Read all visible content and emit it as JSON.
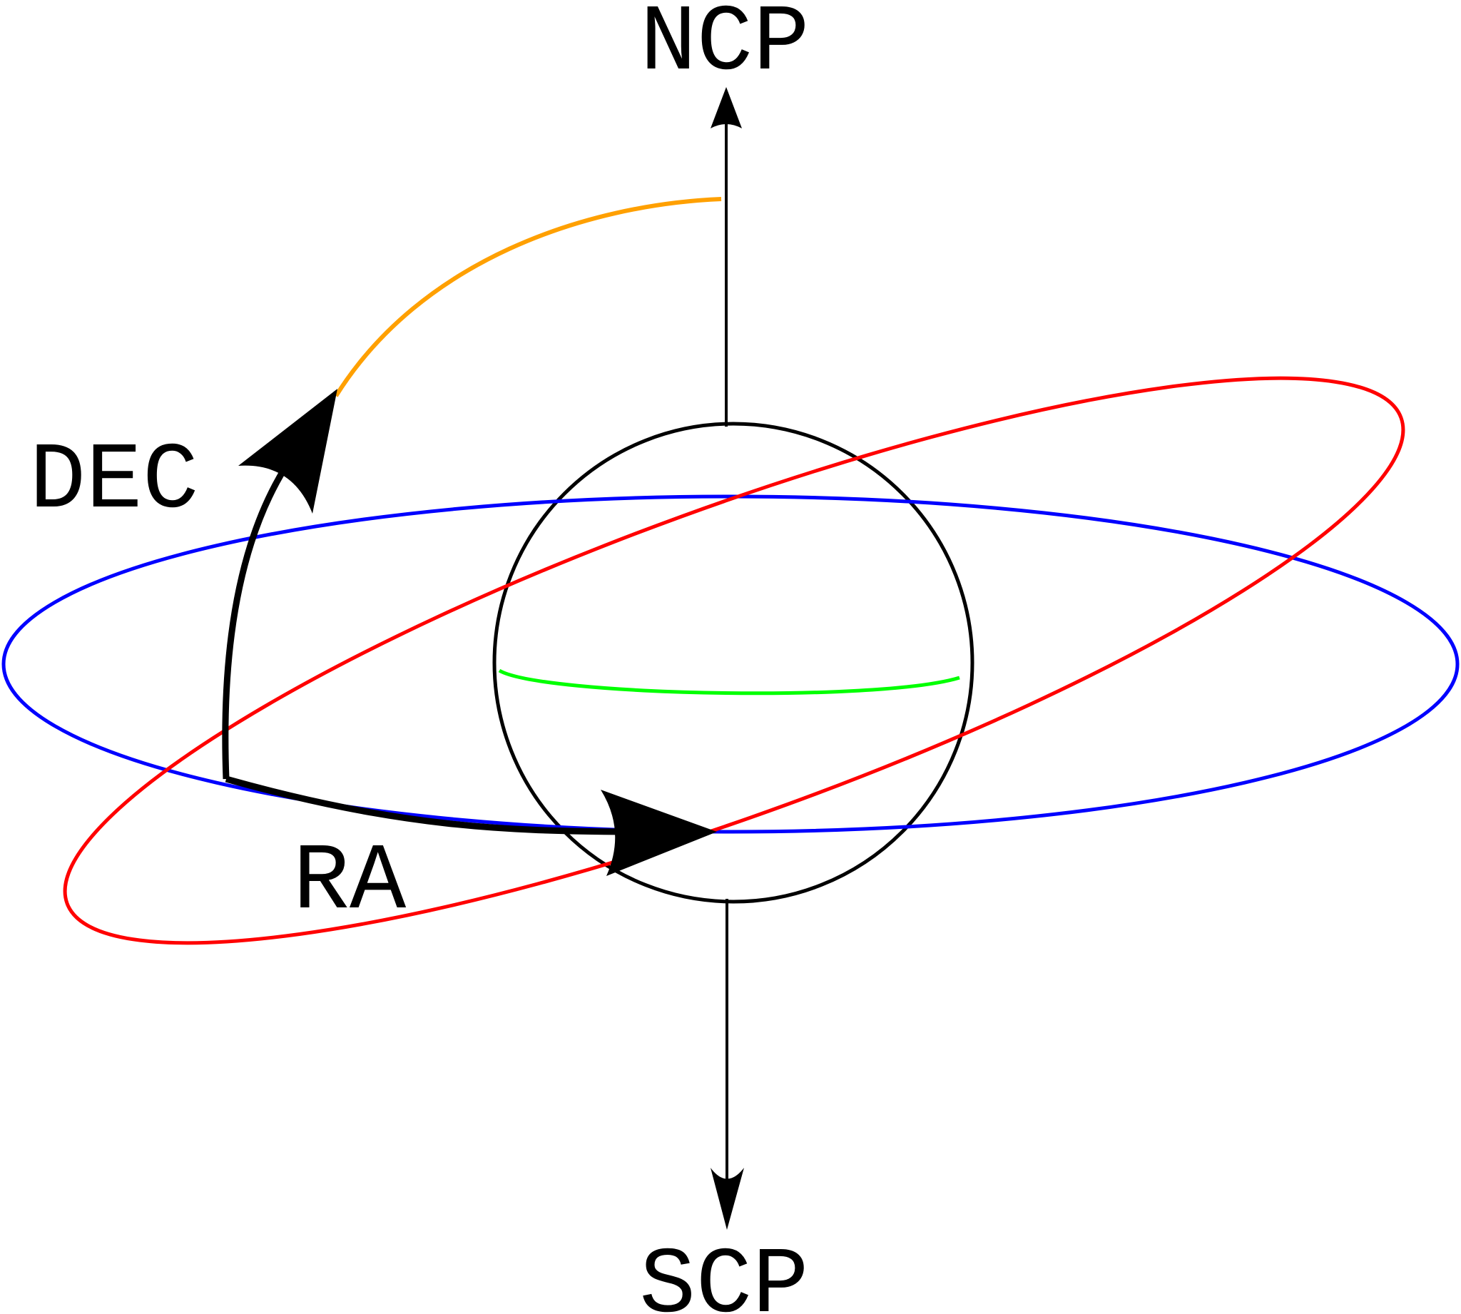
{
  "labels": {
    "north_pole": "NCP",
    "south_pole": "SCP",
    "declination": "DEC",
    "right_ascension": "RA"
  },
  "colors": {
    "sphere": "#000000",
    "pole_axis": "#000000",
    "celestial_equator": "#0000ff",
    "ecliptic": "#ff0000",
    "hour_circle": "#ffa000",
    "inner_equator": "#00ff00",
    "coordinate_arrows": "#000000"
  }
}
